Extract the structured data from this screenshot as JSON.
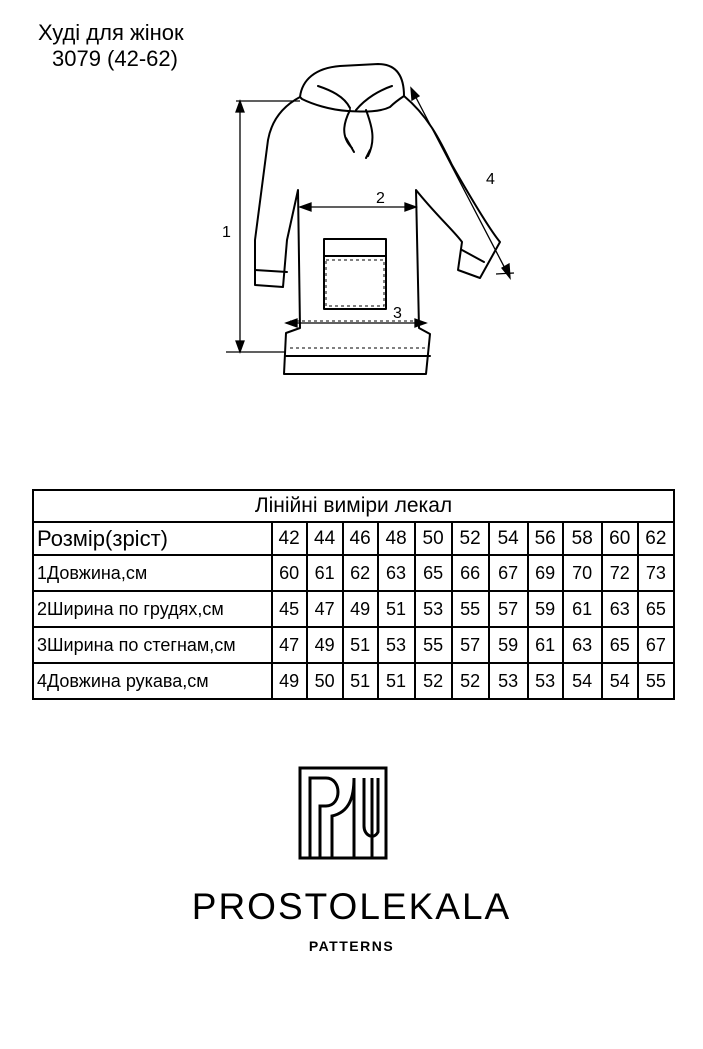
{
  "header": {
    "title": "Худі для жінок",
    "model": "3079 (42-62)"
  },
  "diagram": {
    "labels": [
      "1",
      "2",
      "3",
      "4"
    ]
  },
  "table": {
    "caption": "Лінійні виміри лекал",
    "size_label": "Розмір(зріст)",
    "sizes": [
      "42",
      "44",
      "46",
      "48",
      "50",
      "52",
      "54",
      "56",
      "58",
      "60",
      "62"
    ],
    "rows": [
      {
        "label": "1Довжина,см",
        "values": [
          "60",
          "61",
          "62",
          "63",
          "65",
          "66",
          "67",
          "69",
          "70",
          "72",
          "73"
        ]
      },
      {
        "label": "2Ширина по грудях,см",
        "values": [
          "45",
          "47",
          "49",
          "51",
          "53",
          "55",
          "57",
          "59",
          "61",
          "63",
          "65"
        ]
      },
      {
        "label": "3Ширина по стегнам,см",
        "values": [
          "47",
          "49",
          "51",
          "53",
          "55",
          "57",
          "59",
          "61",
          "63",
          "65",
          "67"
        ]
      },
      {
        "label": "4Довжина рукава,см",
        "values": [
          "49",
          "50",
          "51",
          "51",
          "52",
          "52",
          "53",
          "53",
          "54",
          "54",
          "55"
        ]
      }
    ]
  },
  "brand": {
    "name": "PROSTOLEKALA",
    "tagline": "PATTERNS",
    "logo": "prostolekala-logo"
  }
}
